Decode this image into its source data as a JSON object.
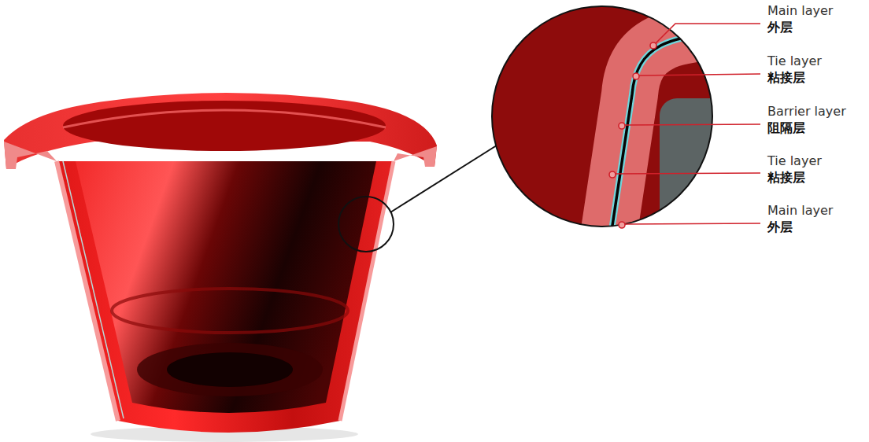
{
  "diagram": {
    "labels": [
      "Main layer",
      "外层",
      "Tie layer",
      "粘接层",
      "Barrier layer",
      "阻隔层",
      "Tie layer",
      "粘接层",
      "Main layer",
      "外层"
    ]
  }
}
